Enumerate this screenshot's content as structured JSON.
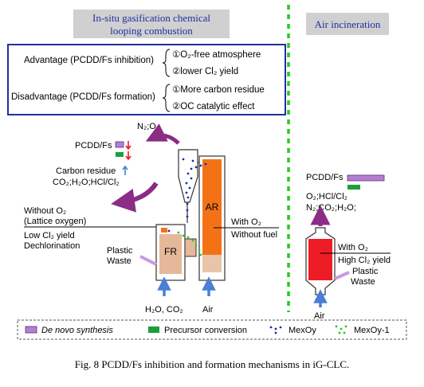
{
  "panels": {
    "left_header": [
      "In-situ gasification chemical",
      "looping combustion"
    ],
    "right_header": "Air incineration"
  },
  "advantage": {
    "label": "Advantage (PCDD/Fs inhibition)",
    "items": [
      "①O₂-free atmosphere",
      "②lower Cl₂ yield"
    ]
  },
  "disadvantage": {
    "label": "Disadvantage (PCDD/Fs formation)",
    "items": [
      "①More carbon residue",
      "②OC catalytic effect"
    ]
  },
  "iclc": {
    "top_gas": "N₂;O₂",
    "pcdd_label": "PCDD/Fs",
    "carbon_residue": "Carbon residue",
    "fr_products": "CO₂;H₂O;HCl/Cl₂",
    "without_o2": [
      "Without O₂",
      "(Lattice oxygen)"
    ],
    "low_cl2": [
      "Low Cl₂ yield",
      "Dechlorination"
    ],
    "plastic_waste": [
      "Plastic",
      "Waste"
    ],
    "fr_label": "FR",
    "ar_label": "AR",
    "with_o2": [
      "With O₂",
      "Without fuel"
    ],
    "fr_inlet": "H₂O, CO₂",
    "ar_inlet": "Air"
  },
  "incin": {
    "pcdd_label": "PCDD/Fs",
    "products": [
      "O₂;HCl/Cl₂",
      "N₂;CO₂;H₂O;"
    ],
    "with_o2": [
      "With O₂",
      "High Cl₂ yield"
    ],
    "plastic_waste": [
      "Plastic",
      "Waste"
    ],
    "inlet": "Air"
  },
  "legend": {
    "de_novo": "De novo synthesis",
    "precursor": "Precursor conversion",
    "mexoy": "MexOy",
    "mexoy1": "MexOy-1"
  },
  "caption": "Fig. 8 PCDD/Fs inhibition and formation mechanisms in iG-CLC.",
  "colors": {
    "de_novo": "#b57fd1",
    "precursor": "#1e9e3a",
    "reactor_orange": "#f47216",
    "incinerator_red": "#ee1c24",
    "arrow_purple": "#8b2c86",
    "arrow_blue": "#4a7fd6",
    "dash_green": "#22cc22",
    "box_blue": "#1f2fa0",
    "header_gray": "#d0d0d0"
  }
}
